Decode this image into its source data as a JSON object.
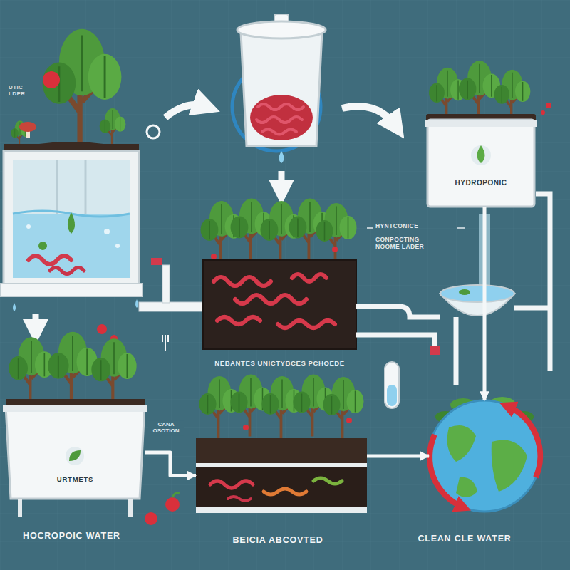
{
  "diagram": {
    "nodes": [
      {
        "text": [
          "HYDROPONIC"
        ]
      },
      {
        "text": [
          "NEBANTES UNICTYBCES PCHOEDE"
        ]
      },
      {
        "text": [
          "URTMETS",
          "HOCROPOIC WATER"
        ]
      },
      {
        "text": [
          "BEICIA ABCOVTED"
        ]
      },
      {
        "text": [
          "CLEAN CLE WATER"
        ]
      }
    ],
    "edges": [
      {
        "from": 0,
        "to": 4,
        "arrow": "to"
      },
      {
        "from": 2,
        "to": 3,
        "label": "CANA OSOTION",
        "arrow": "to"
      },
      {
        "from": 3,
        "to": 4,
        "arrow": "to"
      }
    ],
    "labels": [
      "UTIC LDER",
      "HYNTCONICE",
      "CONPOCTING NOOME LADER"
    ]
  }
}
